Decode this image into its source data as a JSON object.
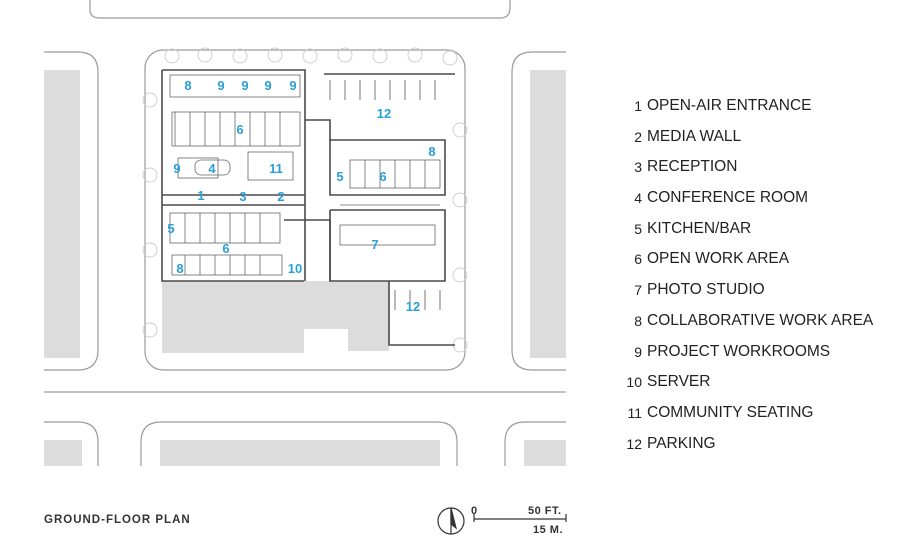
{
  "legend": [
    {
      "number": "1",
      "label": "OPEN-AIR ENTRANCE"
    },
    {
      "number": "2",
      "label": "MEDIA WALL"
    },
    {
      "number": "3",
      "label": "RECEPTION"
    },
    {
      "number": "4",
      "label": "CONFERENCE ROOM"
    },
    {
      "number": "5",
      "label": "KITCHEN/BAR"
    },
    {
      "number": "6",
      "label": "OPEN WORK AREA"
    },
    {
      "number": "7",
      "label": "PHOTO STUDIO"
    },
    {
      "number": "8",
      "label": "COLLABORATIVE WORK AREA"
    },
    {
      "number": "9",
      "label": "PROJECT WORKROOMS"
    },
    {
      "number": "10",
      "label": "SERVER"
    },
    {
      "number": "11",
      "label": "COMMUNITY SEATING"
    },
    {
      "number": "12",
      "label": "PARKING"
    }
  ],
  "plan_labels": [
    "8",
    "9",
    "9",
    "9",
    "9",
    "6",
    "12",
    "4",
    "11",
    "9",
    "8",
    "5",
    "6",
    "1",
    "3",
    "2",
    "5",
    "6",
    "7",
    "8",
    "10",
    "12"
  ],
  "caption": "GROUND-FLOOR PLAN",
  "scale": {
    "feet": "50 FT.",
    "meters": "15 M.",
    "zero": "0"
  },
  "colors": {
    "label_blue": "#2a9fd6",
    "line": "#555555",
    "gray_fill": "#dcdcdc",
    "text": "#222222"
  }
}
